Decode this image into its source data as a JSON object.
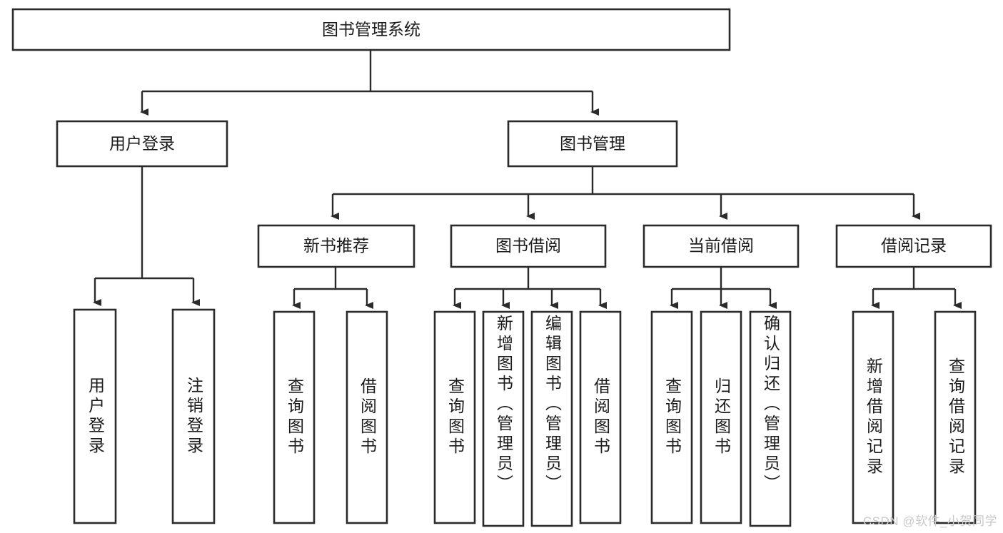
{
  "diagram": {
    "type": "tree-hierarchy",
    "root": {
      "id": "root",
      "label": "图书管理系统"
    },
    "level1": [
      {
        "id": "user-login",
        "label": "用户登录"
      },
      {
        "id": "book-manage",
        "label": "图书管理"
      }
    ],
    "level2": [
      {
        "id": "new-book-rec",
        "label": "新书推荐",
        "parent": "book-manage"
      },
      {
        "id": "book-borrow",
        "label": "图书借阅",
        "parent": "book-manage"
      },
      {
        "id": "current-borrow",
        "label": "当前借阅",
        "parent": "book-manage"
      },
      {
        "id": "borrow-record",
        "label": "借阅记录",
        "parent": "book-manage"
      }
    ],
    "leaves": [
      {
        "id": "leaf-user-login",
        "label": "用户登录",
        "parent": "user-login"
      },
      {
        "id": "leaf-user-logout",
        "label": "注销登录",
        "parent": "user-login"
      },
      {
        "id": "leaf-query-book-1",
        "label": "查询图书",
        "parent": "new-book-rec"
      },
      {
        "id": "leaf-borrow-book-1",
        "label": "借阅图书",
        "parent": "new-book-rec"
      },
      {
        "id": "leaf-query-book-2",
        "label": "查询图书",
        "parent": "book-borrow"
      },
      {
        "id": "leaf-add-book",
        "label": "新增图书（管理员）",
        "parent": "book-borrow"
      },
      {
        "id": "leaf-edit-book",
        "label": "编辑图书（管理员）",
        "parent": "book-borrow"
      },
      {
        "id": "leaf-borrow-book-2",
        "label": "借阅图书",
        "parent": "book-borrow"
      },
      {
        "id": "leaf-query-book-3",
        "label": "查询图书",
        "parent": "current-borrow"
      },
      {
        "id": "leaf-return-book",
        "label": "归还图书",
        "parent": "current-borrow"
      },
      {
        "id": "leaf-confirm-return",
        "label": "确认归还（管理员）",
        "parent": "current-borrow"
      },
      {
        "id": "leaf-add-record",
        "label": "新增借阅记录",
        "parent": "borrow-record"
      },
      {
        "id": "leaf-query-record",
        "label": "查询借阅记录",
        "parent": "borrow-record"
      }
    ],
    "colors": {
      "box_fill": "#ffffff",
      "box_stroke": "#2b2b2b",
      "edge": "#2b2b2b",
      "text": "#1b1b1b",
      "background": "#ffffff",
      "watermark": "#c9c9c9"
    }
  },
  "watermark": {
    "text": "CSDN @软件_小贺同学"
  }
}
